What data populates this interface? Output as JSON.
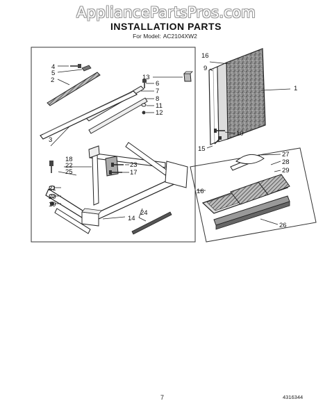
{
  "watermark": "AppliancePartsPros.com",
  "header": {
    "title": "INSTALLATION PARTS",
    "model_label": "For Model:",
    "model_number": "AC2104XW2"
  },
  "callouts": {
    "c1": "1",
    "c2": "2",
    "c3": "3",
    "c4": "4",
    "c5": "5",
    "c6": "6",
    "c7": "7",
    "c8": "8",
    "c9": "9",
    "c10": "10",
    "c11": "11",
    "c12": "12",
    "c13": "13",
    "c14": "14",
    "c15": "15",
    "c16a": "16",
    "c16b": "16",
    "c17": "17",
    "c18": "18",
    "c19": "19",
    "c20": "20",
    "c21": "21",
    "c22": "22",
    "c23": "23",
    "c24": "24",
    "c25": "25",
    "c26": "26",
    "c27": "27",
    "c28": "28",
    "c29": "29"
  },
  "footer": {
    "page_number": "7",
    "document_number": "4316344"
  }
}
